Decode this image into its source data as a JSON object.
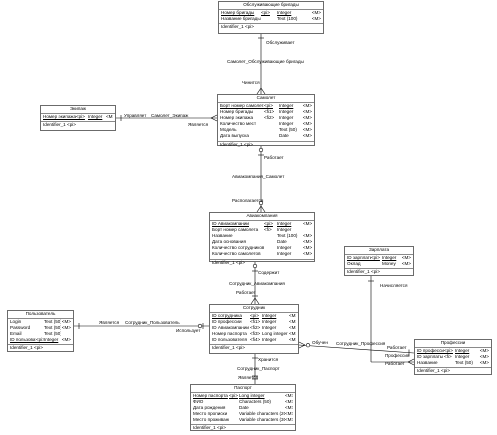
{
  "entities": {
    "service": {
      "title": "Обслуживающие бригады",
      "attrs": [
        {
          "name": "Номер бригады",
          "key": "<pi>",
          "type": "Integer",
          "mand": "<M>",
          "pk": true
        },
        {
          "name": "Название бригады",
          "key": "",
          "type": "Text (100)",
          "mand": "<M>",
          "pk": false
        }
      ],
      "identifier": "Identifier_1  <pi>"
    },
    "plane": {
      "title": "Самолет",
      "attrs": [
        {
          "name": "Борт номер самолета",
          "key": "<pi>",
          "type": "Integer",
          "mand": "<M>",
          "pk": true
        },
        {
          "name": "Номер бригады",
          "key": "<fi1>",
          "type": "Integer",
          "mand": "<M>",
          "pk": false
        },
        {
          "name": "Номер экипажа",
          "key": "<fi2>",
          "type": "Integer",
          "mand": "<M>",
          "pk": false
        },
        {
          "name": "Количество мест",
          "key": "",
          "type": "Integer",
          "mand": "<M>",
          "pk": false
        },
        {
          "name": "Модель",
          "key": "",
          "type": "Text (50)",
          "mand": "<M>",
          "pk": false
        },
        {
          "name": "Дата выпуска",
          "key": "",
          "type": "Date",
          "mand": "<M>",
          "pk": false
        }
      ],
      "identifier": "Identifier_1  <pi>"
    },
    "crew": {
      "title": "Экипаж",
      "attrs": [
        {
          "name": "Номер экипажа",
          "key": "<pi>",
          "type": "Integer",
          "mand": "<M>",
          "pk": true
        }
      ],
      "identifier": "Identifier_1  <pi>"
    },
    "airline": {
      "title": "Авиакомпания",
      "attrs": [
        {
          "name": "ID Авиакомпании",
          "key": "<pi>",
          "type": "Integer",
          "mand": "<M>",
          "pk": true
        },
        {
          "name": "Борт номер самолета",
          "key": "<fi>",
          "type": "Integer",
          "mand": "",
          "pk": false
        },
        {
          "name": "Название",
          "key": "",
          "type": "Text (100)",
          "mand": "<M>",
          "pk": false
        },
        {
          "name": "Дата основания",
          "key": "",
          "type": "Date",
          "mand": "<M>",
          "pk": false
        },
        {
          "name": "Количество сотрудников",
          "key": "",
          "type": "Integer",
          "mand": "<M>",
          "pk": false
        },
        {
          "name": "Количество самолетов",
          "key": "",
          "type": "Integer",
          "mand": "<M>",
          "pk": false
        }
      ],
      "identifier": "Identifier_1  <pi>"
    },
    "salary": {
      "title": "Зарплата",
      "attrs": [
        {
          "name": "ID зарплаты",
          "key": "<pi>",
          "type": "Integer",
          "mand": "<M>",
          "pk": true
        },
        {
          "name": "Оклад",
          "key": "",
          "type": "Money",
          "mand": "<M>",
          "pk": false
        }
      ],
      "identifier": "Identifier_1  <pi>"
    },
    "user": {
      "title": "Пользователь",
      "attrs": [
        {
          "name": "Login",
          "key": "",
          "type": "Text (50)",
          "mand": "<M>",
          "pk": false
        },
        {
          "name": "Password",
          "key": "",
          "type": "Text (50)",
          "mand": "<M>",
          "pk": false
        },
        {
          "name": "Email",
          "key": "",
          "type": "Text (50)",
          "mand": "",
          "pk": false
        },
        {
          "name": "ID пользователя",
          "key": "<pi>",
          "type": "Integer",
          "mand": "<M>",
          "pk": true
        }
      ],
      "identifier": "Identifier_1  <pi>"
    },
    "employee": {
      "title": "Сотрудник",
      "attrs": [
        {
          "name": "ID сотрудника",
          "key": "<pi>",
          "type": "Integer",
          "mand": "<M>",
          "pk": true
        },
        {
          "name": "ID профессии",
          "key": "<fi1>",
          "type": "Integer",
          "mand": "<M>",
          "pk": false
        },
        {
          "name": "ID Авиакомпании",
          "key": "<fi2>",
          "type": "Integer",
          "mand": "<M>",
          "pk": false
        },
        {
          "name": "Номер паспорта",
          "key": "<fi3>",
          "type": "Long integer",
          "mand": "<M>",
          "pk": false
        },
        {
          "name": "ID пользователя",
          "key": "<fi4>",
          "type": "Integer",
          "mand": "<M>",
          "pk": false
        }
      ],
      "identifier": "Identifier_1  <pi>"
    },
    "profession": {
      "title": "Профессии",
      "attrs": [
        {
          "name": "ID профессии",
          "key": "<pi>",
          "type": "Integer",
          "mand": "<M>",
          "pk": true
        },
        {
          "name": "ID зарплаты",
          "key": "<fi>",
          "type": "Integer",
          "mand": "<M>",
          "pk": false
        },
        {
          "name": "Название",
          "key": "",
          "type": "Text (50)",
          "mand": "<M>",
          "pk": false
        }
      ],
      "identifier": "Identifier_1  <pi>"
    },
    "passport": {
      "title": "Паспорт",
      "attrs": [
        {
          "name": "Номер паспорта",
          "key": "<pi>",
          "type": "Long integer",
          "mand": "<M>",
          "pk": true
        },
        {
          "name": "ФИО",
          "key": "",
          "type": "Characters (50)",
          "mand": "<M>",
          "pk": false
        },
        {
          "name": "Дата рождения",
          "key": "",
          "type": "Date",
          "mand": "<M>",
          "pk": false
        },
        {
          "name": "Место прописки",
          "key": "",
          "type": "Variable characters (20)",
          "mand": "<M>",
          "pk": false
        },
        {
          "name": "Место проживания",
          "key": "",
          "type": "Variable characters (30)",
          "mand": "<M>",
          "pk": false
        }
      ],
      "identifier": "Identifier_1  <pi>"
    }
  },
  "relations": {
    "serves": "Обслуживает",
    "plane_service": "Самолет_Обслуживающие бригады",
    "serviced": "Чинится",
    "manages": "Управляет",
    "plane_crew": "Самолет_Экипаж",
    "is_crew": "Является",
    "works": "Работает",
    "airline_plane": "Авиакомпания_Самолет",
    "located": "Располагается",
    "contains": "Содержит",
    "employee_airline": "Сотрудник_Авиакомпания",
    "works2": "Работает",
    "is_user": "Является",
    "employee_user": "Сотрудник_Пользователь",
    "uses": "Использует",
    "accrued": "Начисляется",
    "trains": "Обучен",
    "employee_profession": "Сотрудник_Профессия",
    "profession_lbl": "Профессия",
    "works_prof_a": "Работает",
    "works_prof_b": "Работает",
    "belongs": "Хранится",
    "employee_passport": "Сотрудник_Паспорт",
    "is_passport": "Является"
  }
}
